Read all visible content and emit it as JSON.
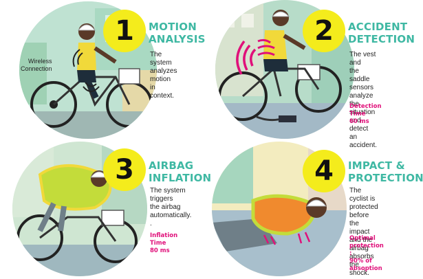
{
  "steps": [
    {
      "number": "1",
      "title": "MOTION\nANALYSIS",
      "description": "The system\nanalyzes motion\nin context.",
      "metric": ""
    },
    {
      "number": "2",
      "title": "ACCIDENT\nDETECTION",
      "description": "The vest and\nthe saddle\nsensors analyze\nthe situation\nand detect an\naccident.",
      "metric": "Detection Time\n60 ms"
    },
    {
      "number": "3",
      "title": "AIRBAG\nINFLATION",
      "description": "The system\ntriggers\nthe airbag\nautomatically. .",
      "metric": "Inflation Time\n80 ms"
    },
    {
      "number": "4",
      "title": "IMPACT &\nPROTECTION",
      "description": "The cyclist is\nprotected before\nthe impact and the\nairbag absorbs the\nshock.",
      "metric": "Optimal protection :\n90% of absoption"
    }
  ],
  "wireless_label": "Wireless\nConnection",
  "colors": {
    "title_teal": "#3fb8a3",
    "badge_yellow": "#f4ec1c",
    "metric_magenta": "#e0107a",
    "vest_yellow": "#f1d93a",
    "airbag_orange": "#f08a2e",
    "airbag_green": "#c3dc3a"
  }
}
